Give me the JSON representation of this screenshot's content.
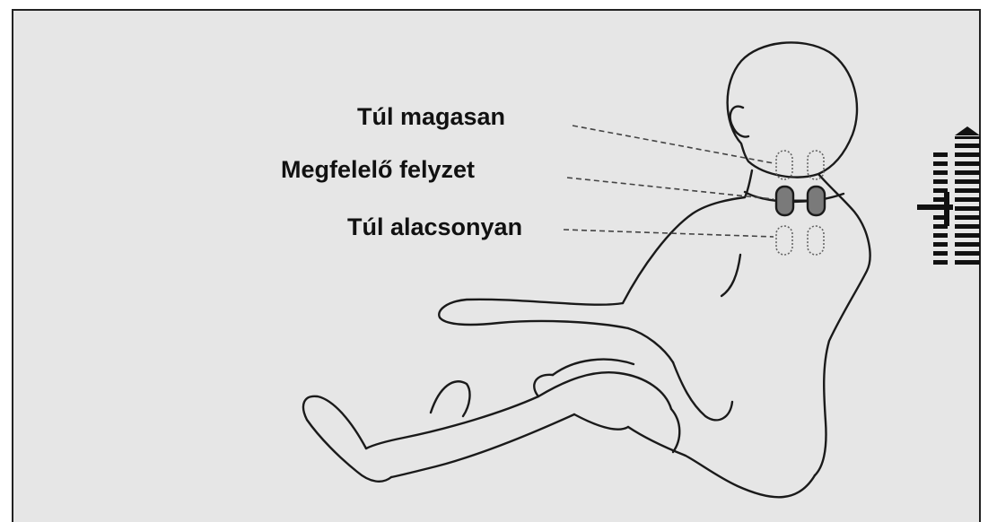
{
  "labels": {
    "too_high": "Túl magasan",
    "correct": "Megfelelő felyzet",
    "too_low": "Túl alacsonyan"
  },
  "colors": {
    "panel_background": "#e6e6e6",
    "outline": "#222222",
    "active_pad_fill": "#7a7a7a"
  },
  "icons": {
    "height_scale": "up-arrow-scale-icon"
  }
}
